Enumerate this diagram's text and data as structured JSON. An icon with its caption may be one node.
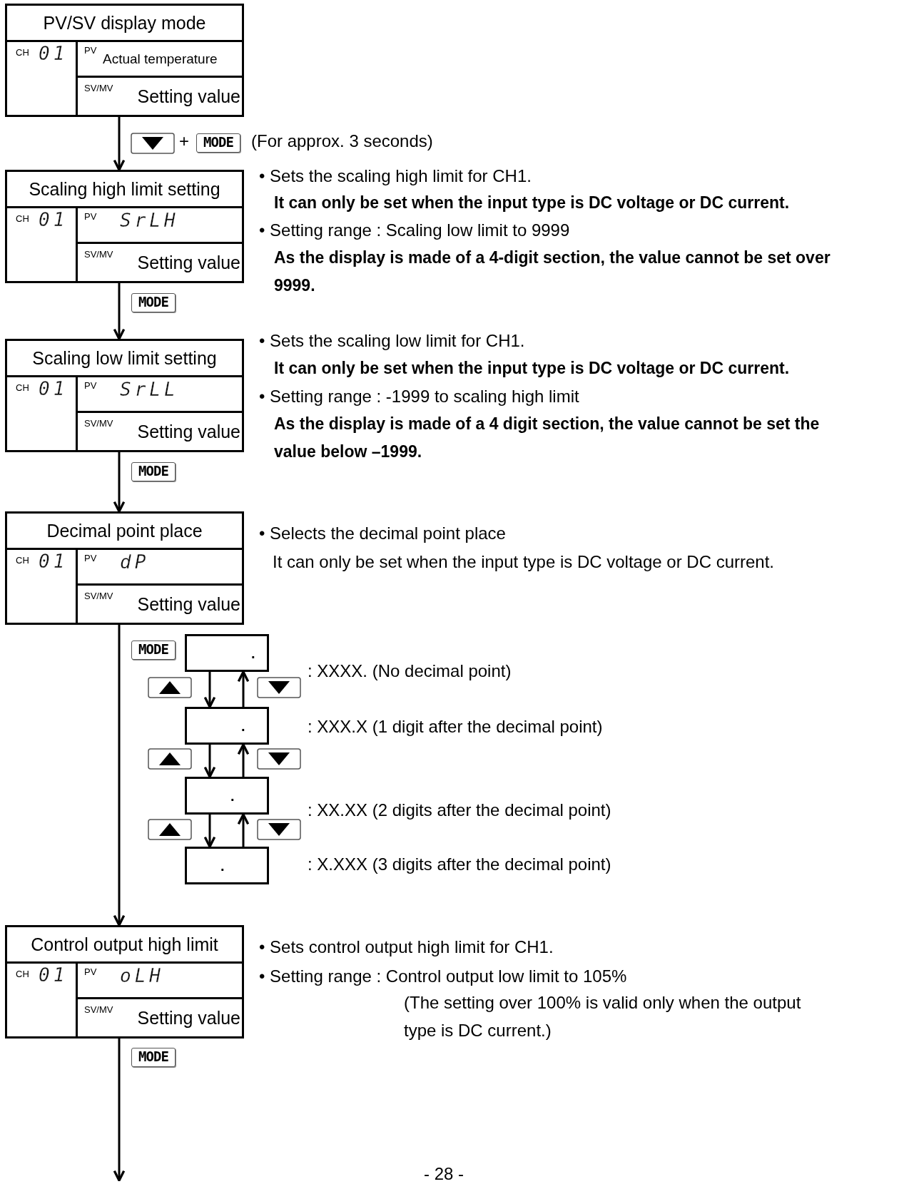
{
  "diagram": {
    "nodes": [
      {
        "text": [
          "PV/SV display mode",
          "CH",
          "01",
          "PV",
          "Actual temperature",
          "SV/MV",
          "Setting value"
        ]
      },
      {
        "text": [
          "Scaling high limit setting",
          "CH",
          "01",
          "PV",
          "SrLH",
          "SV/MV",
          "Setting value"
        ],
        "beside": [
          "• Sets the scaling high limit for CH1.",
          "It can only be set when the input type is DC voltage or DC current.",
          "• Setting range : Scaling low limit to 9999",
          "As the display is made of a 4-digit section, the value cannot be set over 9999."
        ]
      },
      {
        "text": [
          "Scaling low limit setting",
          "CH",
          "01",
          "PV",
          "SrLL",
          "SV/MV",
          "Setting value"
        ],
        "beside": [
          "• Sets the scaling low limit for CH1.",
          "It can only be set when the input type is DC voltage or DC current.",
          "• Setting range : -1999 to scaling high limit",
          "As the display is made of a 4 digit section, the value cannot be set the value below –1999."
        ]
      },
      {
        "text": [
          "Decimal point place",
          "CH",
          "01",
          "PV",
          "dP",
          "SV/MV",
          "Setting value"
        ],
        "beside": [
          "• Selects the decimal point place",
          "It can only be set when the input type is DC voltage or DC current."
        ]
      },
      {
        "text": [
          "."
        ],
        "beside": [
          ": XXXX. (No decimal point)"
        ]
      },
      {
        "text": [
          "."
        ],
        "beside": [
          ": XXX.X (1 digit after the decimal point)"
        ]
      },
      {
        "text": [
          "."
        ],
        "beside": [
          ": XX.XX (2 digits after the decimal point)"
        ]
      },
      {
        "text": [
          "."
        ],
        "beside": [
          ": X.XXX (3 digits after the decimal point)"
        ]
      },
      {
        "text": [
          "Control output high limit",
          "CH",
          "01",
          "PV",
          "oLH",
          "SV/MV",
          "Setting value"
        ],
        "beside": [
          "• Sets control output high limit for CH1.",
          "• Setting range : Control output low limit to 105%",
          "(The setting over 100% is valid only when the output type is DC current.)"
        ]
      }
    ],
    "edges": [
      {
        "from": 0,
        "to": 1,
        "arrow": "to"
      },
      {
        "from": 1,
        "to": 2,
        "arrow": "to"
      },
      {
        "from": 2,
        "to": 3,
        "arrow": "to"
      },
      {
        "from": 3,
        "to": 8,
        "arrow": "to"
      },
      {
        "from": 8,
        "to": null,
        "arrow": "to"
      },
      {
        "from": 4,
        "to": 5,
        "arrow": "to"
      },
      {
        "from": 5,
        "to": 4,
        "arrow": "to"
      },
      {
        "from": 5,
        "to": 6,
        "arrow": "to"
      },
      {
        "from": 6,
        "to": 5,
        "arrow": "to"
      },
      {
        "from": 6,
        "to": 7,
        "arrow": "to"
      },
      {
        "from": 7,
        "to": 6,
        "arrow": "to"
      }
    ],
    "labels": [
      "+",
      "MODE",
      "(For approx. 3 seconds)",
      "MODE",
      "MODE",
      "MODE",
      "MODE",
      "- 28 -"
    ]
  }
}
